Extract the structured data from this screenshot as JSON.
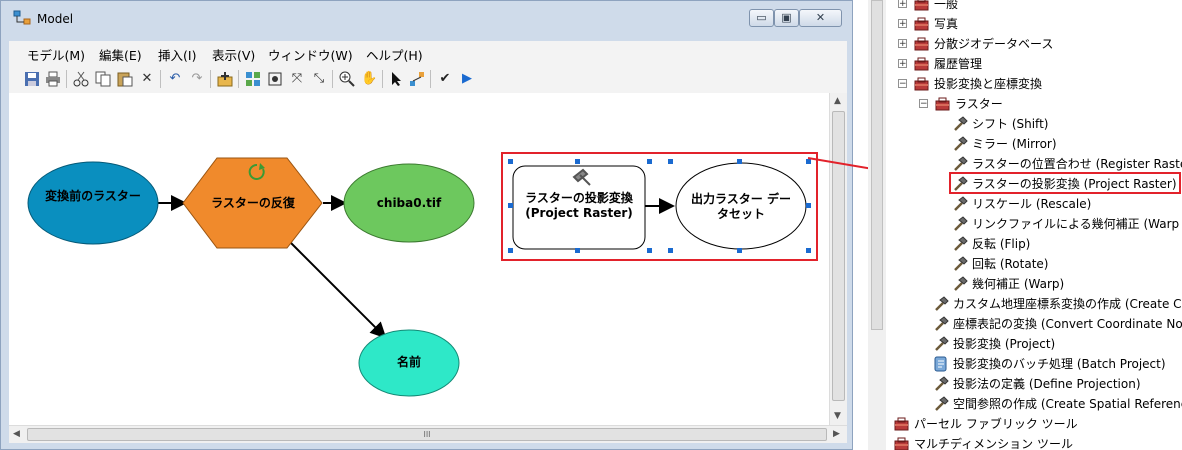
{
  "window": {
    "title": "Model",
    "min_glyph": "▭",
    "max_glyph": "▣",
    "close_glyph": "✕"
  },
  "menu": [
    "モデル(M)",
    "編集(E)",
    "挿入(I)",
    "表示(V)",
    "ウィンドウ(W)",
    "ヘルプ(H)"
  ],
  "toolbar": [
    "save-icon",
    "print-icon",
    "cut-icon",
    "copy-icon",
    "paste-icon",
    "delete-icon",
    "undo-icon",
    "redo-icon",
    "add-data-icon",
    "auto-layout-icon",
    "full-extent-icon",
    "zoom-in-fixed-icon",
    "zoom-out-fixed-icon",
    "zoom-in-icon",
    "pan-icon",
    "select-icon",
    "connect-icon",
    "validate-icon",
    "run-icon"
  ],
  "model": {
    "input_raster": "変換前のラスター",
    "iterator": "ラスターの反復",
    "output_iter": "chiba0.tif",
    "name_var": "名前",
    "tool": "ラスターの投影変換 (Project Raster)",
    "output_dataset": "出力ラスター データセット"
  },
  "scroll_glyph": "III",
  "tree": [
    {
      "label": "一般",
      "level": 0,
      "expander": "+",
      "icon": "toolbox-icon"
    },
    {
      "label": "写真",
      "level": 0,
      "expander": "+",
      "icon": "toolbox-icon"
    },
    {
      "label": "分散ジオデータベース",
      "level": 0,
      "expander": "+",
      "icon": "toolbox-icon"
    },
    {
      "label": "履歴管理",
      "level": 0,
      "expander": "+",
      "icon": "toolbox-icon"
    },
    {
      "label": "投影変換と座標変換",
      "level": 0,
      "expander": "−",
      "icon": "toolbox-icon"
    },
    {
      "label": "ラスター",
      "level": 1,
      "expander": "−",
      "icon": "toolbox-icon"
    },
    {
      "label": "シフト (Shift)",
      "level": 2,
      "icon": "hammer-icon"
    },
    {
      "label": "ミラー (Mirror)",
      "level": 2,
      "icon": "hammer-icon"
    },
    {
      "label": "ラスターの位置合わせ (Register Raster)",
      "level": 2,
      "icon": "hammer-icon"
    },
    {
      "label": "ラスターの投影変換 (Project Raster)",
      "level": 2,
      "icon": "hammer-icon"
    },
    {
      "label": "リスケール (Rescale)",
      "level": 2,
      "icon": "hammer-icon"
    },
    {
      "label": "リンクファイルによる幾何補正 (Warp From File)",
      "level": 2,
      "icon": "hammer-icon"
    },
    {
      "label": "反転 (Flip)",
      "level": 2,
      "icon": "hammer-icon"
    },
    {
      "label": "回転 (Rotate)",
      "level": 2,
      "icon": "hammer-icon"
    },
    {
      "label": "幾何補正 (Warp)",
      "level": 2,
      "icon": "hammer-icon"
    },
    {
      "label": "カスタム地理座標系変換の作成 (Create Custom Geographic Transformation)",
      "level": 1,
      "icon": "hammer-icon"
    },
    {
      "label": "座標表記の変換 (Convert Coordinate Notation)",
      "level": 1,
      "icon": "hammer-icon"
    },
    {
      "label": "投影変換 (Project)",
      "level": 1,
      "icon": "hammer-icon"
    },
    {
      "label": "投影変換のバッチ処理 (Batch Project)",
      "level": 1,
      "icon": "script-icon"
    },
    {
      "label": "投影法の定義 (Define Projection)",
      "level": 1,
      "icon": "hammer-icon"
    },
    {
      "label": "空間参照の作成 (Create Spatial Reference)",
      "level": 1,
      "icon": "hammer-icon"
    },
    {
      "label": "パーセル ファブリック ツール",
      "level": -1,
      "icon": "toolbox-icon"
    },
    {
      "label": "マルチディメンション ツール",
      "level": -1,
      "icon": "toolbox-icon"
    }
  ],
  "colors": {
    "input_raster": "#0a8fbf",
    "iterator": "#f08a2c",
    "output": "#6dc85e",
    "variable": "#2ee8c8",
    "highlight": "#e2222b"
  }
}
